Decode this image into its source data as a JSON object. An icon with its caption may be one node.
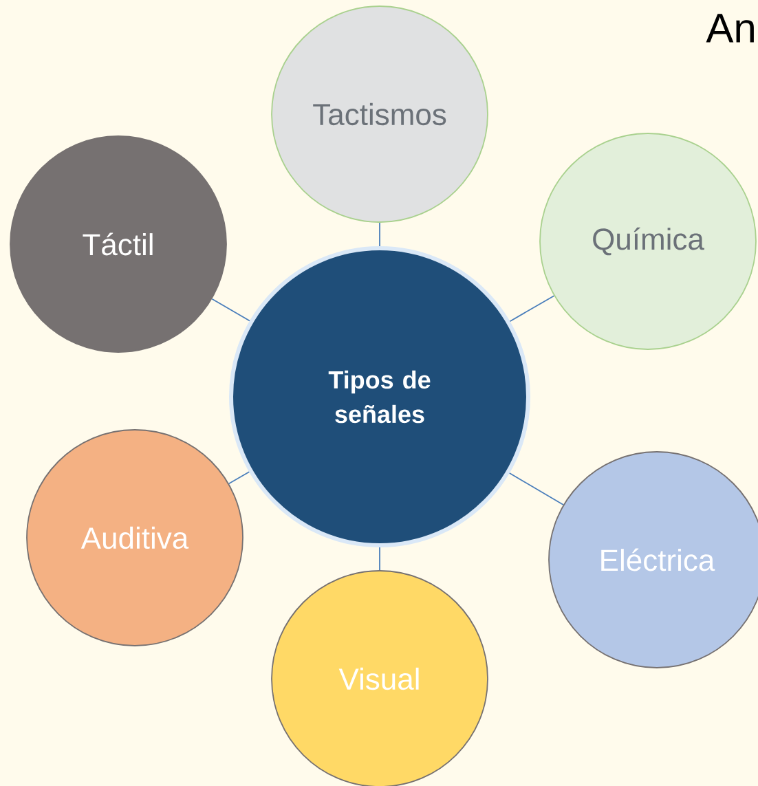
{
  "diagram": {
    "nodes": [
      {
        "text": [
          "Tipos de señales"
        ]
      },
      {
        "text": [
          "Tactismos"
        ]
      },
      {
        "text": [
          "Química"
        ]
      },
      {
        "text": [
          "Eléctrica"
        ]
      },
      {
        "text": [
          "Visual"
        ]
      },
      {
        "text": [
          "Auditiva"
        ]
      },
      {
        "text": [
          "Táctil"
        ]
      }
    ],
    "edges": [
      {
        "from": 0,
        "to": 1,
        "arrow": "none"
      },
      {
        "from": 0,
        "to": 2,
        "arrow": "none"
      },
      {
        "from": 0,
        "to": 3,
        "arrow": "none"
      },
      {
        "from": 0,
        "to": 4,
        "arrow": "none"
      },
      {
        "from": 0,
        "to": 5,
        "arrow": "none"
      },
      {
        "from": 0,
        "to": 6,
        "arrow": "none"
      }
    ],
    "labels": [
      "An"
    ]
  }
}
